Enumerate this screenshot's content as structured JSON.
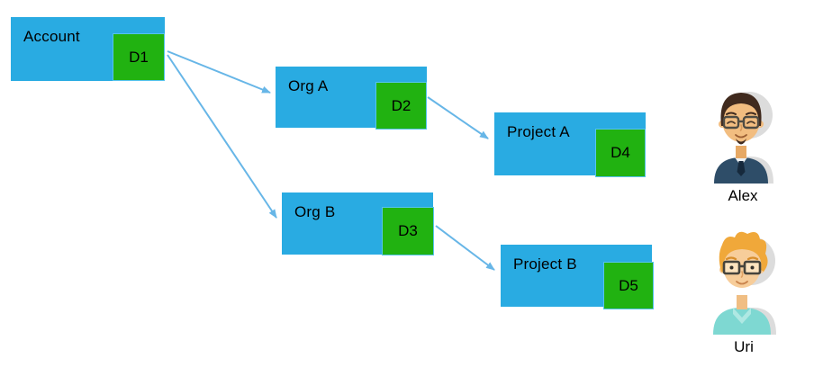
{
  "colors": {
    "canvas_bg": "#ffffff",
    "box_blue": "#29abe2",
    "box_green": "#21b211",
    "green_border": "#56c3ee",
    "arrow_blue": "#67b6e7",
    "label_text": "#000000"
  },
  "nodes": {
    "account": {
      "label": "Account",
      "badge": "D1"
    },
    "org_a": {
      "label": "Org A",
      "badge": "D2"
    },
    "org_b": {
      "label": "Org B",
      "badge": "D3"
    },
    "project_a": {
      "label": "Project A",
      "badge": "D4"
    },
    "project_b": {
      "label": "Project B",
      "badge": "D5"
    }
  },
  "edges": [
    {
      "from": "D1",
      "to": "Org A"
    },
    {
      "from": "D1",
      "to": "Org B"
    },
    {
      "from": "D2",
      "to": "Project A"
    },
    {
      "from": "D3",
      "to": "Project B"
    }
  ],
  "users": {
    "alex": {
      "name": "Alex"
    },
    "uri": {
      "name": "Uri"
    }
  }
}
